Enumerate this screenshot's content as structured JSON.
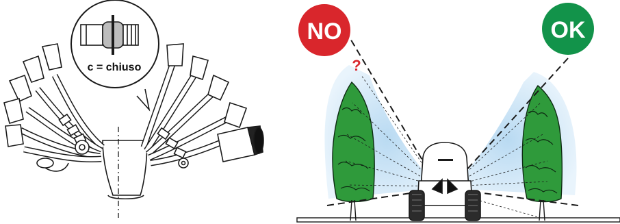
{
  "valve_callout": {
    "label": "c = chiuso"
  },
  "badges": {
    "no": {
      "label": "NO",
      "color": "#d9262c"
    },
    "ok": {
      "label": "OK",
      "color": "#12934a"
    }
  },
  "question_mark": {
    "label": "?",
    "color": "#d9262c"
  },
  "colors": {
    "spray_blue": "#cfe6f6",
    "tree_green": "#2f9a3b",
    "outline": "#1a1a1a"
  },
  "icons": [
    "valve-assembly-icon",
    "tractor-icon",
    "tree-icon"
  ]
}
